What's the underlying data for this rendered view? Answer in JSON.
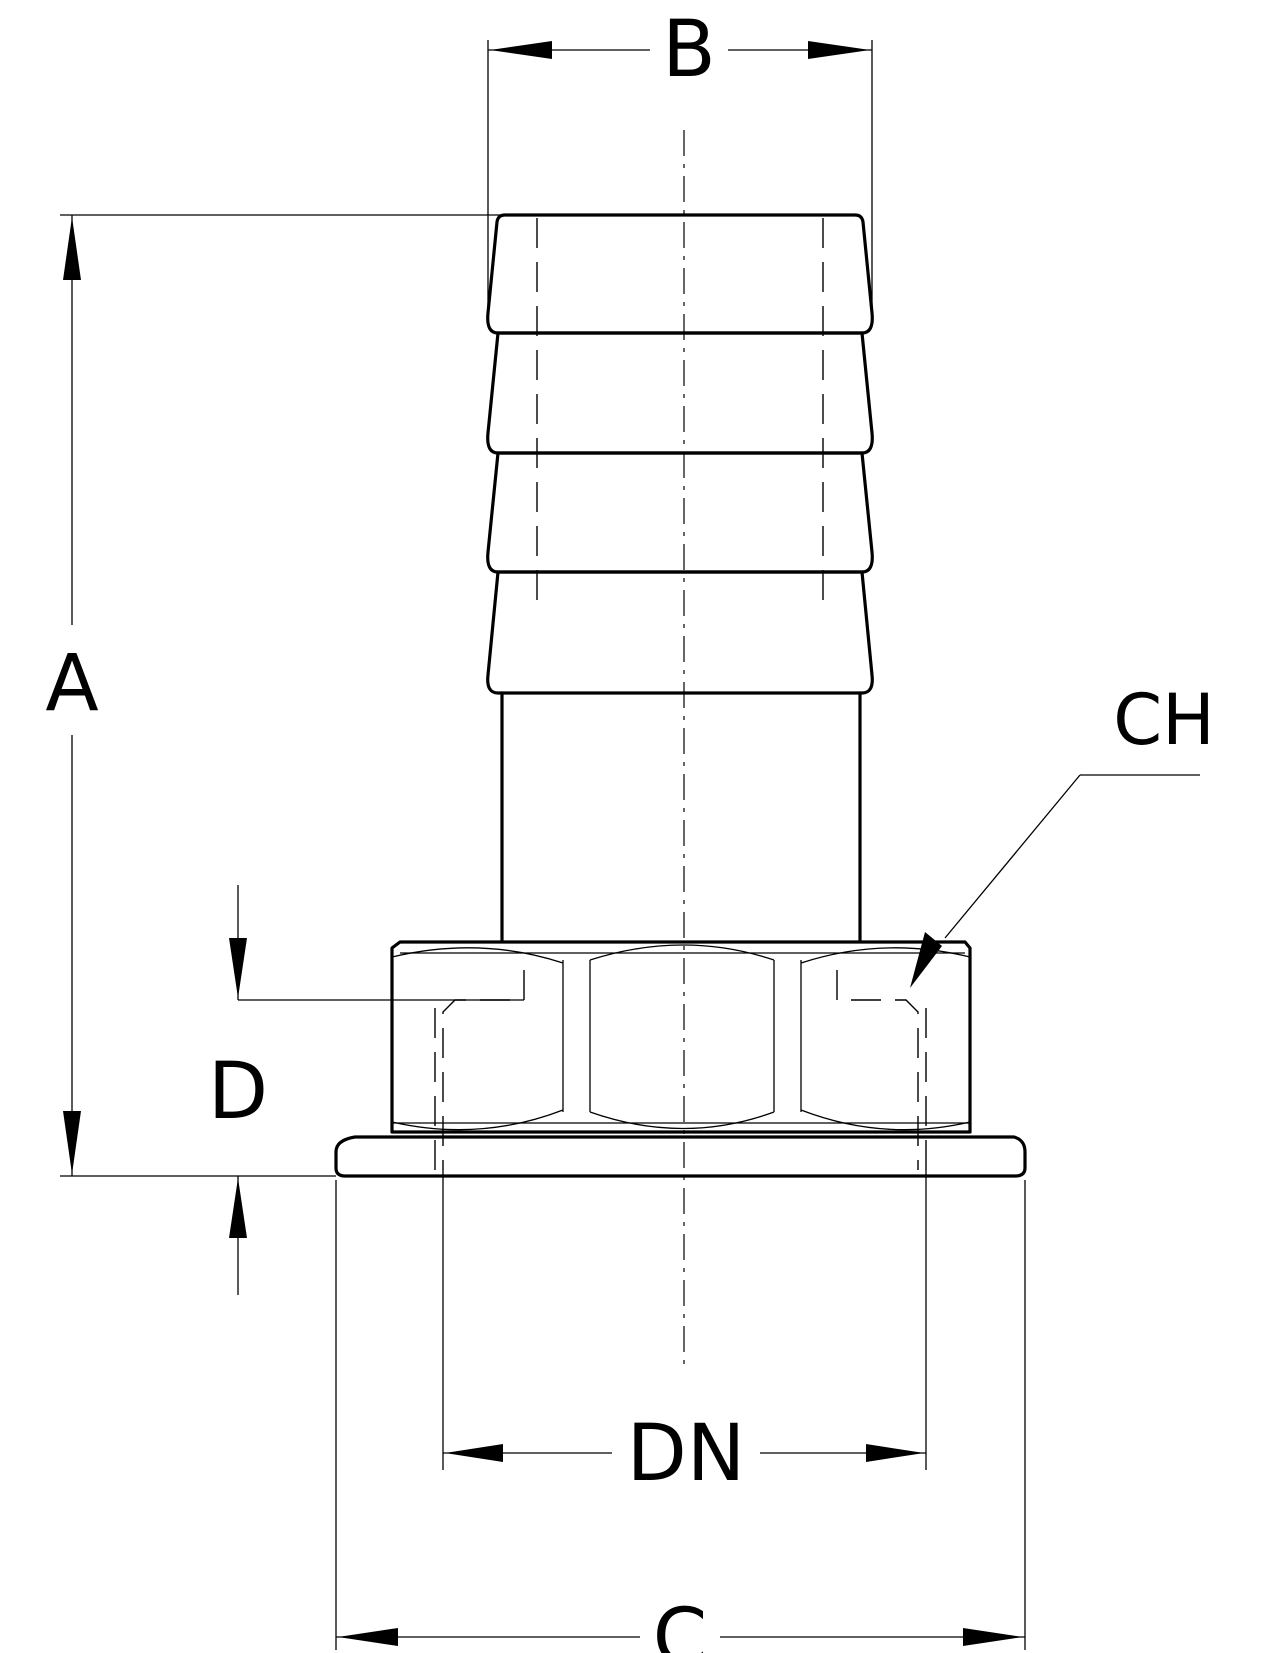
{
  "labels": {
    "a": "A",
    "b": "B",
    "c": "C",
    "d": "D",
    "dn": "DN",
    "ch": "CH"
  }
}
